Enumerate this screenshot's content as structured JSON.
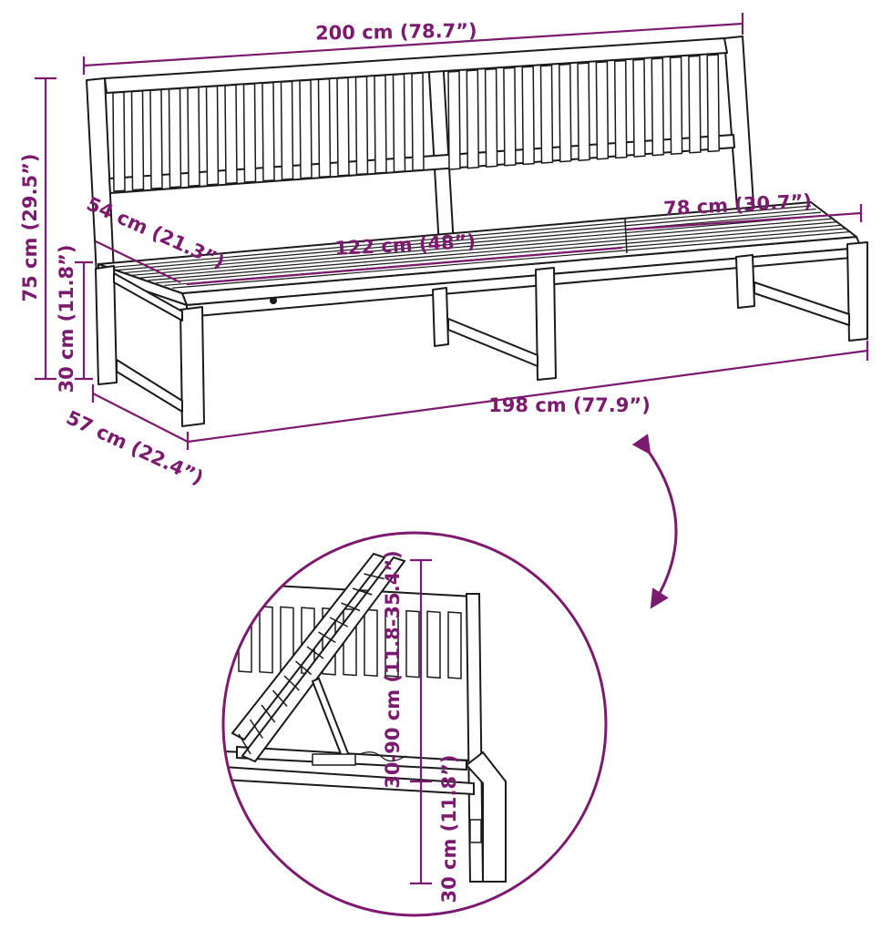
{
  "colors": {
    "dimension": "#7b1a6e",
    "outline": "#1a1a1a",
    "background": "#ffffff"
  },
  "dimensions": {
    "total_width": "200 cm (78.7”)",
    "base_width": "198 cm (77.9”)",
    "total_height": "75 cm (29.5”)",
    "seat_height": "30 cm (11.8”)",
    "depth": "57 cm (22.4”)",
    "seat_depth": "54 cm (21.3”)",
    "middle_seat_width": "122 cm (48”)",
    "end_seat_width": "78 cm (30.7”)"
  },
  "detail": {
    "backrest_height_range": "30-90 cm (11.8-35.4”)",
    "seat_height": "30 cm (11.8”)"
  },
  "icons": {
    "rotate": "double-arrow-arc-icon"
  }
}
